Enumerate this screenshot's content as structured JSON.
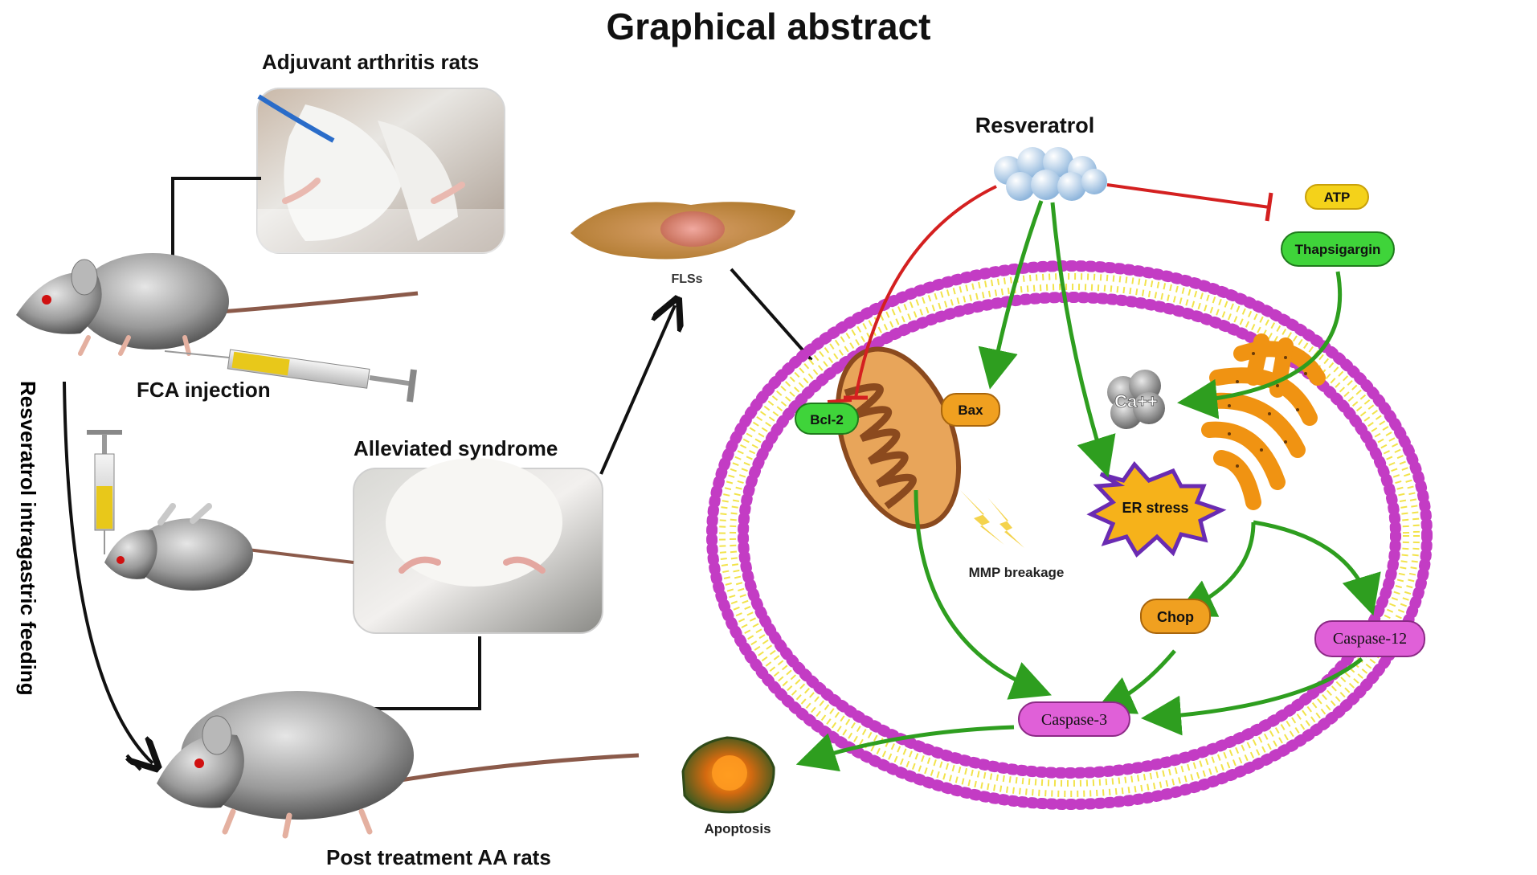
{
  "title": "Graphical abstract",
  "labels": {
    "adjuvant_arthritis_rats": "Adjuvant arthritis rats",
    "fca_injection": "FCA injection",
    "alleviated_syndrome": "Alleviated syndrome",
    "post_treatment": "Post treatment AA rats",
    "resveratrol_feeding": "Resveratrol intragastric feeding",
    "resveratrol": "Resveratrol",
    "fls": "FLSs",
    "atp": "ATP",
    "thapsigargin": "Thapsigargin",
    "calcium": "Ca++",
    "bcl2": "Bcl-2",
    "bax": "Bax",
    "er_stress": "ER stress",
    "mmp_breakage": "MMP breakage",
    "chop": "Chop",
    "caspase12": "Caspase-12",
    "caspase3": "Caspase-3",
    "apoptosis": "Apoptosis"
  },
  "colors": {
    "activation_arrow": "#2e9e1f",
    "inhibition_line": "#d42020",
    "membrane_head": "#c33cc4",
    "membrane_tail": "#f2e34b",
    "mitochondrion": "#8b4a1e",
    "er": "#f09312",
    "green_box": "#3fd43a",
    "orange_box": "#f0a020",
    "magenta_box": "#e060d8",
    "yellow_box": "#f4d21a"
  },
  "icons": [
    "rat-icon",
    "syringe-icon",
    "fibroblast-cell-icon",
    "resveratrol-cluster-icon",
    "mitochondrion-icon",
    "endoplasmic-reticulum-icon",
    "lightning-icon",
    "apoptotic-cell-icon"
  ]
}
